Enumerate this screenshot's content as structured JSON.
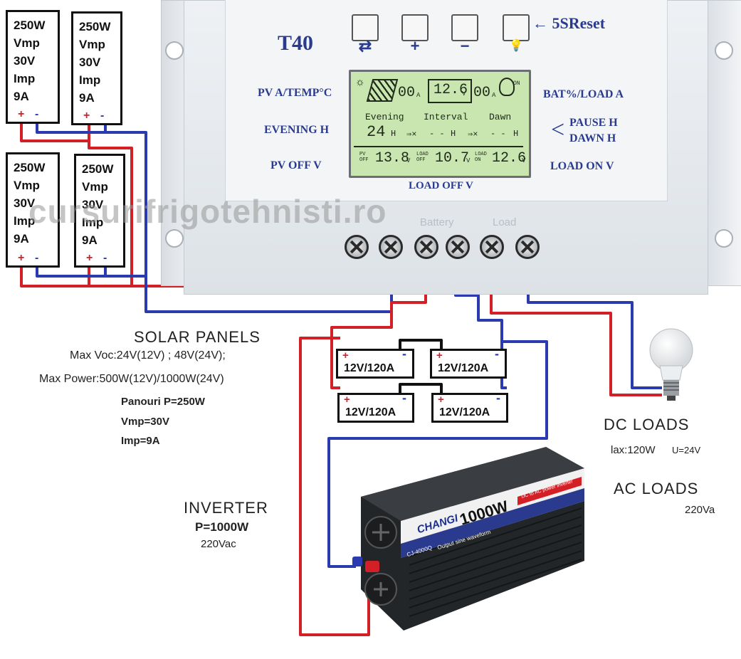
{
  "panels": [
    {
      "lines": [
        "250W",
        "Vmp",
        "30V",
        "Imp",
        "9A"
      ],
      "plus": "+",
      "minus": "-"
    },
    {
      "lines": [
        "250W",
        "Vmp",
        "30V",
        "Imp",
        "9A"
      ],
      "plus": "+",
      "minus": "-"
    },
    {
      "lines": [
        "250W",
        "Vmp",
        "30V",
        "Imp",
        "9A"
      ],
      "plus": "+",
      "minus": "-"
    },
    {
      "lines": [
        "250W",
        "Vmp",
        "30V",
        "Imp",
        "9A"
      ],
      "plus": "+",
      "minus": "-"
    }
  ],
  "controller": {
    "model": "T40",
    "reset": "← 5SReset",
    "buttons": [
      "⇄",
      "+",
      "−",
      "💡"
    ],
    "left_labels": [
      "PV A/TEMP°C",
      "EVENING H",
      "PV OFF V"
    ],
    "right_labels": [
      "BAT%/LOAD A",
      "PAUSE H",
      "DAWN H",
      "LOAD ON V"
    ],
    "bottom_label": "LOAD OFF V",
    "terminal_labels": [
      "Battery",
      "Load"
    ],
    "lcd": {
      "row1": [
        "00",
        "A",
        "12.6",
        "V",
        "00",
        "A",
        "ON"
      ],
      "row2": [
        "Evening",
        "Interval",
        "Dawn"
      ],
      "row3": [
        "24",
        "H",
        "⇒×",
        "- -",
        "H",
        "⇒×",
        "- -",
        "H"
      ],
      "row4": [
        "PV OFF",
        "13.8",
        "V",
        "LOAD OFF",
        "10.7",
        "V",
        "LOAD ON",
        "12.6",
        "V"
      ]
    }
  },
  "watermark": "cursurifrigotehnisti.ro",
  "solar_panels": {
    "title": "SOLAR PANELS",
    "voc": "Max  Voc:24V(12V) ; 48V(24V);",
    "power": "Max  Power:500W(12V)/1000W(24V)"
  },
  "panouri": [
    "Panouri P=250W",
    "Vmp=30V",
    "Imp=9A"
  ],
  "batteries": [
    {
      "label": "12V/120A",
      "plus": "+",
      "minus": "-"
    },
    {
      "label": "12V/120A",
      "plus": "+",
      "minus": "-"
    },
    {
      "label": "12V/120A",
      "plus": "+",
      "minus": "-"
    },
    {
      "label": "12V/120A",
      "plus": "+",
      "minus": "-"
    }
  ],
  "dc_loads": {
    "title": "DC  LOADS",
    "spec_a": "lax:120W",
    "spec_b": "U=24V"
  },
  "ac_loads": {
    "title": "AC  LOADS",
    "voltage": "220Va"
  },
  "inverter_text": {
    "title": "INVERTER",
    "power": "P=1000W",
    "voltage": "220Vac"
  },
  "inverter_device": {
    "brand": "CHANGI",
    "rating": "1000W",
    "model": "CJ-4000Q",
    "sub": "Output sine waveform",
    "tag": "DC to AC power inverter"
  },
  "colors": {
    "positive": "#d32027",
    "negative": "#2a3bb0",
    "label": "#2a3b8f",
    "lcd": "#c9e6b0"
  }
}
